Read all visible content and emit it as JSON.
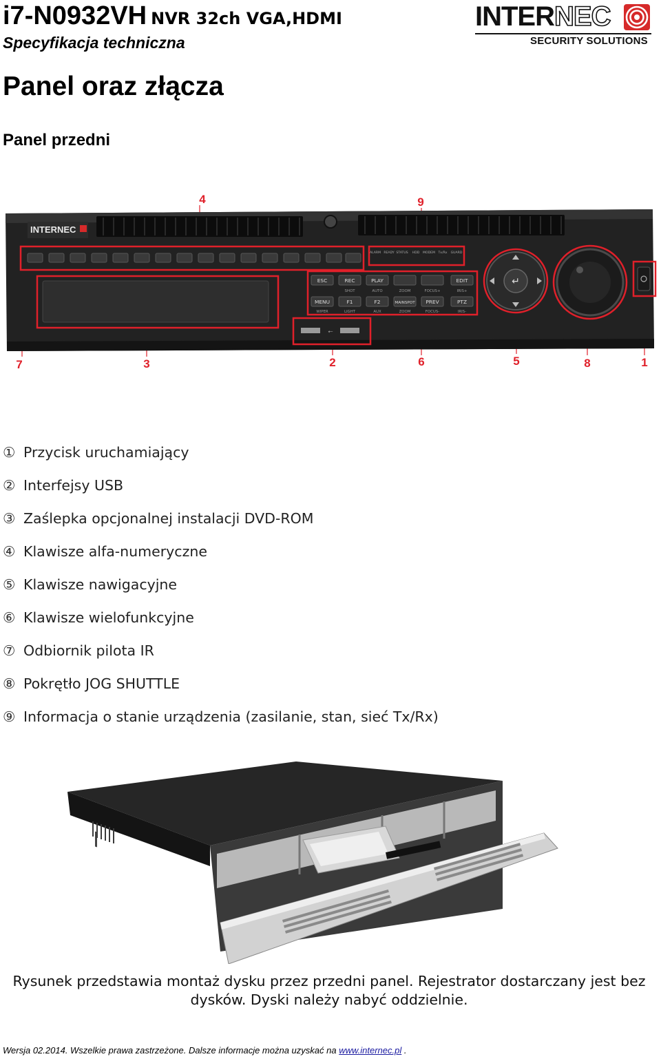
{
  "header": {
    "model": "i7-N0932VH",
    "model_subtitle": "NVR 32ch VGA,HDMI",
    "spec_label": "Specyfikacja techniczna",
    "logo": {
      "name_left": "INTER",
      "name_right": "NEC",
      "tagline": "SECURITY SOLUTIONS"
    }
  },
  "section": {
    "title": "Panel oraz złącza",
    "subtitle": "Panel przedni"
  },
  "front_panel": {
    "callouts": [
      "4",
      "9",
      "7",
      "3",
      "2",
      "6",
      "5",
      "8",
      "1"
    ],
    "device_logo": "INTERNEC",
    "keys": {
      "esc": "ESC",
      "rec": "REC",
      "play": "PLAY",
      "edit": "EDIT",
      "menu": "MENU",
      "f1": "F1",
      "f2": "F2",
      "mainspot": "MAINSPOT",
      "prev": "PREV",
      "ptz": "PTZ",
      "shot": "SHOT",
      "auto": "AUTO",
      "zoom_in": "ZOOM",
      "focus_plus": "FOCUS+",
      "iris_plus": "IRIS+",
      "wiper": "WIPER",
      "light": "LIGHT",
      "aux": "AUX",
      "zoom_out": "ZOOM",
      "focus_minus": "FOCUS-",
      "iris_minus": "IRIS-"
    },
    "status_labels": [
      "ALARM",
      "READY",
      "STATUS",
      "HDD",
      "MODEM",
      "Tx/Rx",
      "GUARD"
    ]
  },
  "legend": [
    {
      "num": "①",
      "label": "Przycisk uruchamiający"
    },
    {
      "num": "②",
      "label": "Interfejsy USB"
    },
    {
      "num": "③",
      "label": "Zaślepka opcjonalnej instalacji DVD-ROM"
    },
    {
      "num": "④",
      "label": "Klawisze alfa-numeryczne"
    },
    {
      "num": "⑤",
      "label": "Klawisze nawigacyjne"
    },
    {
      "num": "⑥",
      "label": "Klawisze wielofunkcyjne"
    },
    {
      "num": "⑦",
      "label": "Odbiornik pilota IR"
    },
    {
      "num": "⑧",
      "label": "Pokrętło JOG SHUTTLE"
    },
    {
      "num": "⑨",
      "label": "Informacja o stanie urządzenia (zasilanie, stan, sieć Tx/Rx)"
    }
  ],
  "caption": "Rysunek przedstawia montaż dysku przez przedni panel. Rejestrator dostarczany jest bez dysków. Dyski należy nabyć oddzielnie.",
  "footer": {
    "text": "Wersja 02.2014. Wszelkie prawa zastrzeżone. Dalsze informacje można uzyskać na ",
    "link": "www.internec.pl",
    "end": " ."
  },
  "colors": {
    "highlight": "#e0202a",
    "logo_red": "#d62a2a",
    "chassis": "#222222"
  }
}
